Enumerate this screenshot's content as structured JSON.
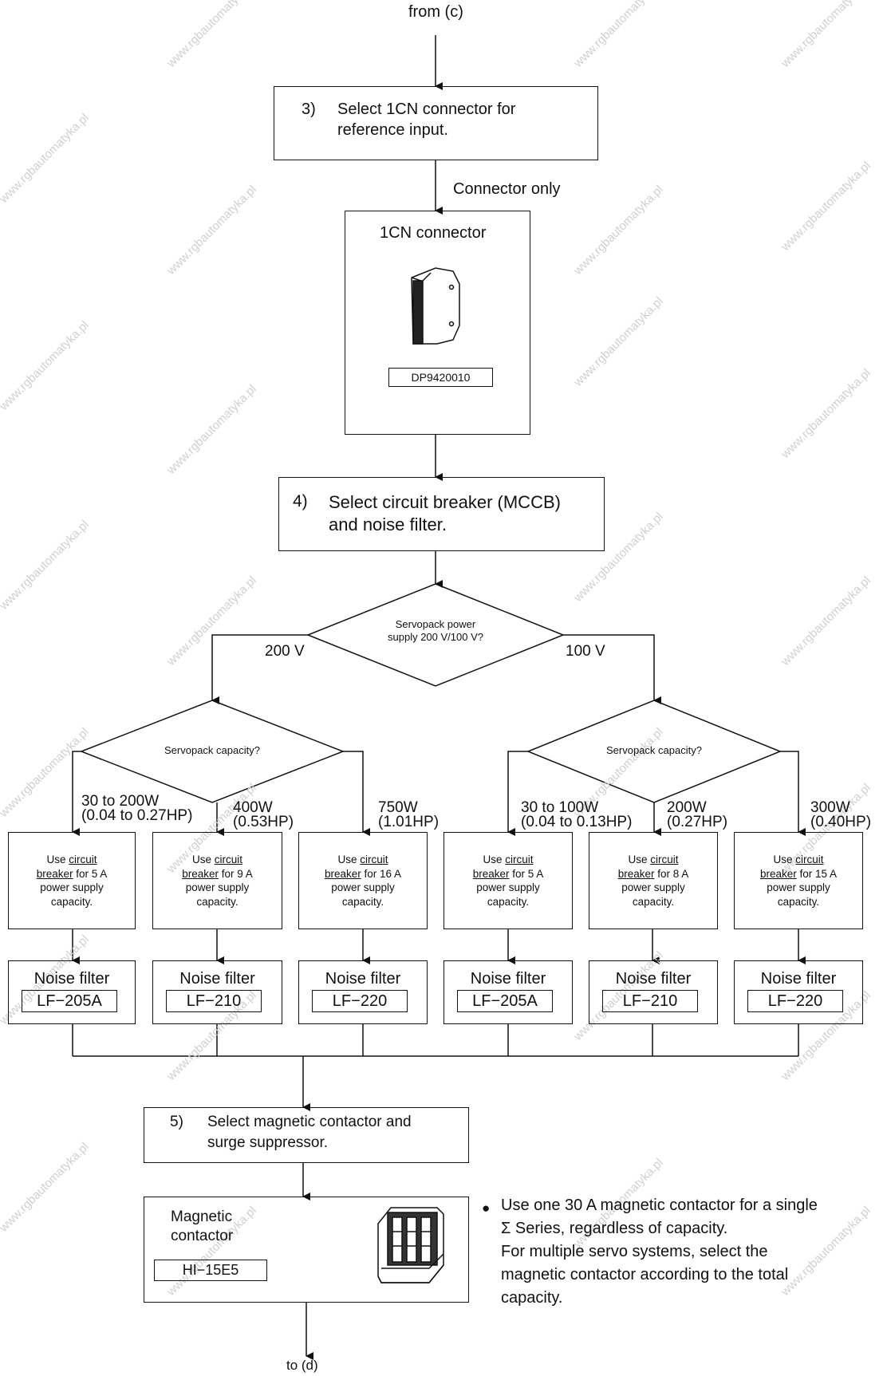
{
  "from_label": "from (c)",
  "to_label": "to (d)",
  "step3": {
    "number": "3)",
    "line1": "Select 1CN connector for",
    "line2": "reference input."
  },
  "connector_only": "Connector only",
  "connector_box": {
    "title": "1CN connector",
    "part_no": "DP9420010"
  },
  "step4": {
    "number": "4)",
    "line1": "Select circuit breaker (MCCB)",
    "line2": "and noise filter."
  },
  "decision_voltage": {
    "line1": "Servopack power",
    "line2": "supply 200 V/100 V?",
    "left": "200 V",
    "right": "100 V"
  },
  "decision_capacity_200": {
    "text": "Servopack capacity?"
  },
  "decision_capacity_100": {
    "text": "Servopack capacity?"
  },
  "branches": [
    {
      "cap1": "30 to 200W",
      "cap2": "(0.04 to 0.27HP)",
      "use": "Use",
      "cb": "circuit",
      "cb2": "breaker",
      "amp": "for 5 A",
      "l3": "power supply",
      "l4": "capacity.",
      "nf": "Noise filter",
      "nf_code": "LF−205A"
    },
    {
      "cap1": "400W",
      "cap2": "(0.53HP)",
      "use": "Use",
      "cb": "circuit",
      "cb2": "breaker",
      "amp": "for 9 A",
      "l3": "power supply",
      "l4": "capacity.",
      "nf": "Noise filter",
      "nf_code": "LF−210"
    },
    {
      "cap1": "750W",
      "cap2": "(1.01HP)",
      "use": "Use",
      "cb": "circuit",
      "cb2": "breaker",
      "amp": "for 16 A",
      "l3": "power supply",
      "l4": "capacity.",
      "nf": "Noise filter",
      "nf_code": "LF−220"
    },
    {
      "cap1": "30 to 100W",
      "cap2": "(0.04 to 0.13HP)",
      "use": "Use",
      "cb": "circuit",
      "cb2": "breaker",
      "amp": "for 5 A",
      "l3": "power supply",
      "l4": "capacity.",
      "nf": "Noise filter",
      "nf_code": "LF−205A"
    },
    {
      "cap1": "200W",
      "cap2": "(0.27HP)",
      "use": "Use",
      "cb": "circuit",
      "cb2": "breaker",
      "amp": "for 8 A",
      "l3": "power supply",
      "l4": "capacity.",
      "nf": "Noise filter",
      "nf_code": "LF−210"
    },
    {
      "cap1": "300W",
      "cap2": "(0.40HP)",
      "use": "Use",
      "cb": "circuit",
      "cb2": "breaker",
      "amp": "for 15 A",
      "l3": "power supply",
      "l4": "capacity.",
      "nf": "Noise filter",
      "nf_code": "LF−220"
    }
  ],
  "step5": {
    "number": "5)",
    "line1": "Select magnetic contactor and",
    "line2": "surge suppressor."
  },
  "contactor_box": {
    "line1": "Magnetic",
    "line2": "contactor",
    "part_no": "HI−15E5"
  },
  "note": {
    "bullet": "●",
    "line1": "Use one 30 A magnetic contactor for a single",
    "line2": "Σ Series, regardless of capacity.",
    "line3": "For multiple servo systems, select the",
    "line4": "magnetic contactor according to the total",
    "line5": "capacity."
  },
  "watermark": "www.rgbautomatyka.pl"
}
